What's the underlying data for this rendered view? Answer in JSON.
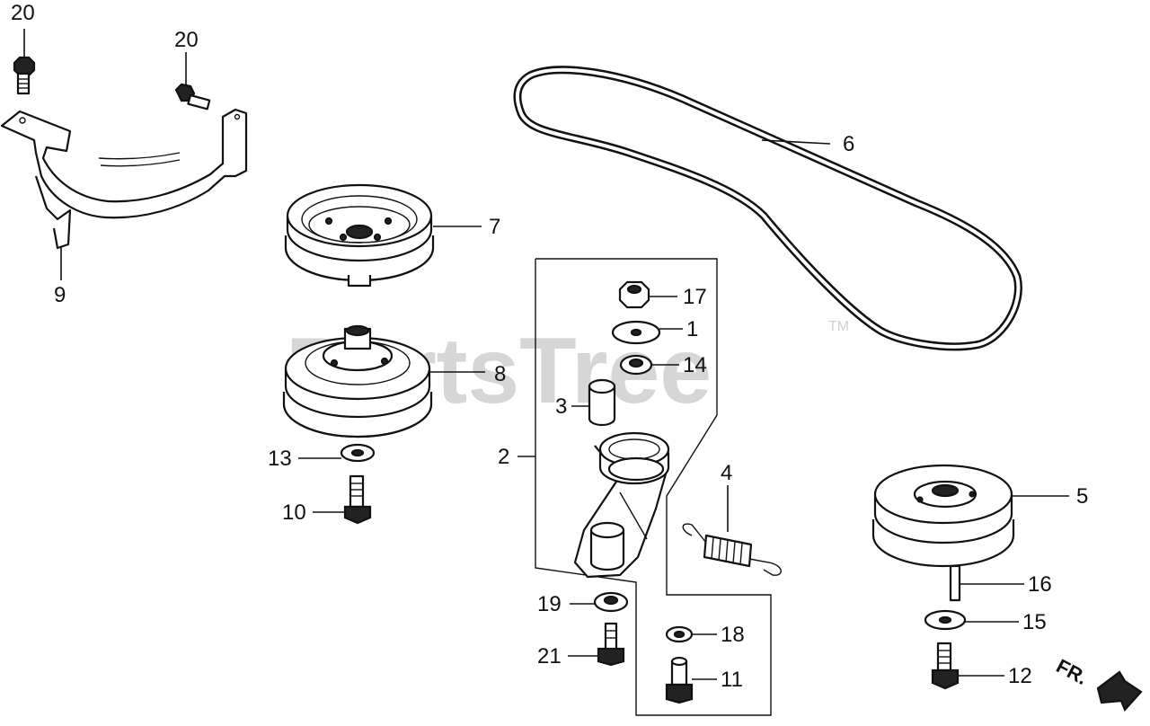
{
  "watermark": {
    "text": "PartsTree",
    "trademark": "TM"
  },
  "direction_arrow": {
    "label": "FR."
  },
  "callouts": [
    {
      "id": "c20a",
      "label": "20"
    },
    {
      "id": "c20b",
      "label": "20"
    },
    {
      "id": "c9",
      "label": "9"
    },
    {
      "id": "c7",
      "label": "7"
    },
    {
      "id": "c8",
      "label": "8"
    },
    {
      "id": "c6",
      "label": "6"
    },
    {
      "id": "c17",
      "label": "17"
    },
    {
      "id": "c1",
      "label": "1"
    },
    {
      "id": "c14",
      "label": "14"
    },
    {
      "id": "c3",
      "label": "3"
    },
    {
      "id": "c2",
      "label": "2"
    },
    {
      "id": "c13",
      "label": "13"
    },
    {
      "id": "c10",
      "label": "10"
    },
    {
      "id": "c4",
      "label": "4"
    },
    {
      "id": "c5",
      "label": "5"
    },
    {
      "id": "c16",
      "label": "16"
    },
    {
      "id": "c15",
      "label": "15"
    },
    {
      "id": "c12",
      "label": "12"
    },
    {
      "id": "c19",
      "label": "19"
    },
    {
      "id": "c18",
      "label": "18"
    },
    {
      "id": "c21",
      "label": "21"
    },
    {
      "id": "c11",
      "label": "11"
    }
  ]
}
